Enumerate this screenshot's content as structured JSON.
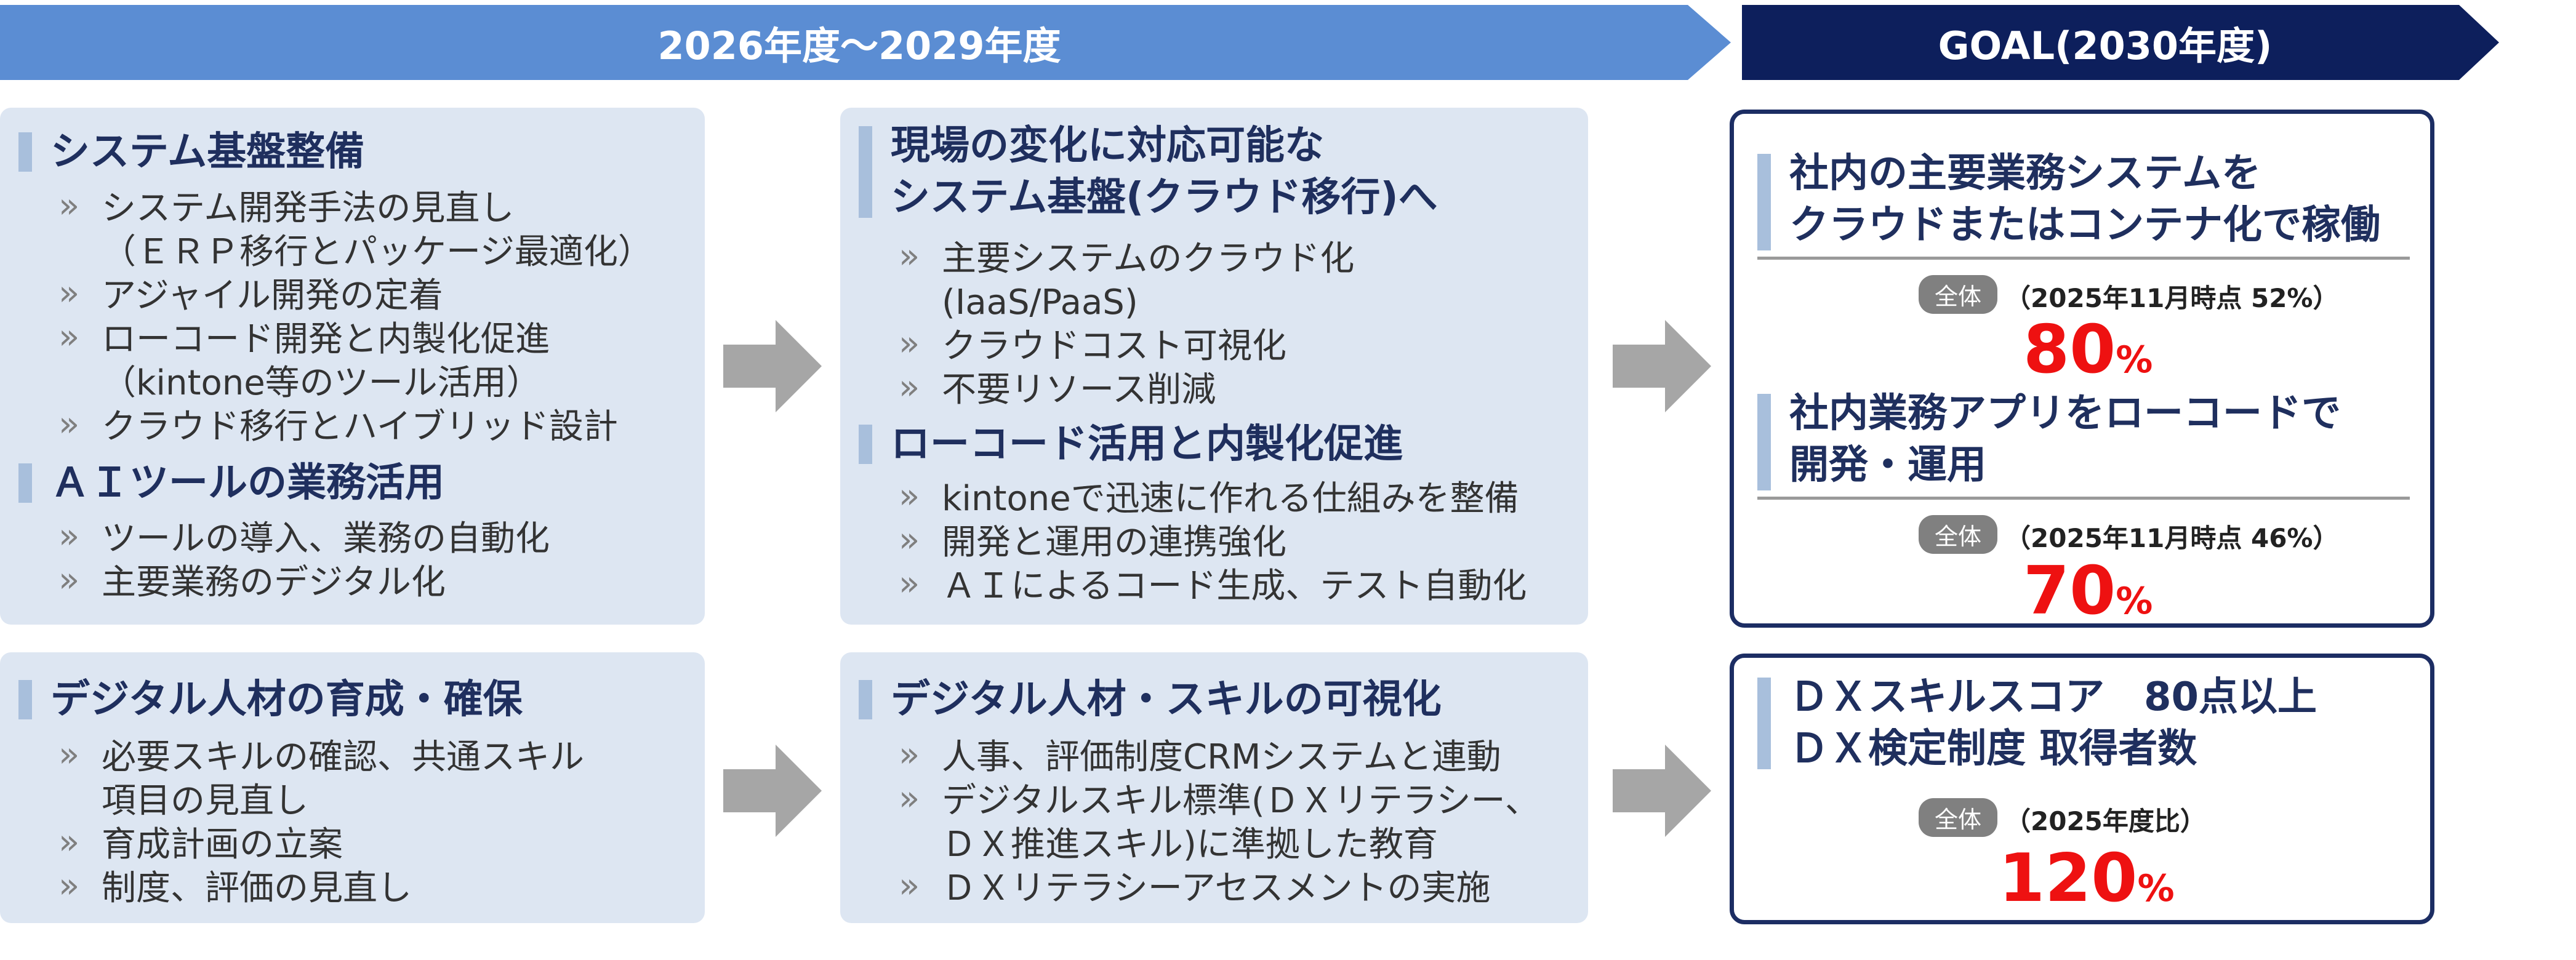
{
  "headers": {
    "period": "2026年度～2029年度",
    "goal": "GOAL(2030年度)"
  },
  "row1": {
    "col1": {
      "sections": [
        {
          "title": "システム基盤整備",
          "items": [
            "システム開発手法の見直し",
            "（ＥＲＰ移行とパッケージ最適化）",
            "アジャイル開発の定着",
            "ローコード開発と内製化促進",
            "（kintone等のツール活用）",
            "クラウド移行とハイブリッド設計"
          ]
        },
        {
          "title": "ＡＩツールの業務活用",
          "items": [
            "ツールの導入、業務の自動化",
            "主要業務のデジタル化"
          ]
        }
      ]
    },
    "col2": {
      "sections": [
        {
          "title_lines": [
            "現場の変化に対応可能な",
            "システム基盤(クラウド移行)へ"
          ],
          "items": [
            "主要システムのクラウド化",
            "(IaaS/PaaS)",
            "クラウドコスト可視化",
            "不要リソース削減"
          ]
        },
        {
          "title": "ローコード活用と内製化促進",
          "items": [
            "kintoneで迅速に作れる仕組みを整備",
            "開発と運用の連携強化",
            "ＡＩによるコード生成、テスト自動化"
          ]
        }
      ]
    },
    "goal": {
      "g1": {
        "title_lines": [
          "社内の主要業務システムを",
          "クラウドまたはコンテナ化で稼働"
        ],
        "pill": "全体",
        "note": "（2025年11月時点 52%）",
        "value": "80",
        "unit": "%"
      },
      "g2": {
        "title_lines": [
          "社内業務アプリをローコードで",
          "開発・運用"
        ],
        "pill": "全体",
        "note": "（2025年11月時点 46%）",
        "value": "70",
        "unit": "%"
      }
    }
  },
  "row2": {
    "col1": {
      "title": "デジタル人材の育成・確保",
      "items": [
        "必要スキルの確認、共通スキル",
        "項目の見直し",
        "育成計画の立案",
        "制度、評価の見直し"
      ]
    },
    "col2": {
      "title": "デジタル人材・スキルの可視化",
      "items": [
        "人事、評価制度CRMシステムと連動",
        "デジタルスキル標準(ＤＸリテラシー、",
        "ＤＸ推進スキル)に準拠した教育",
        "ＤＸリテラシーアセスメントの実施"
      ]
    },
    "goal": {
      "title_lines": [
        "ＤＸスキルスコア　80点以上",
        "ＤＸ検定制度 取得者数"
      ],
      "pill": "全体",
      "note": "（2025年度比）",
      "value": "120",
      "unit": "%"
    }
  }
}
